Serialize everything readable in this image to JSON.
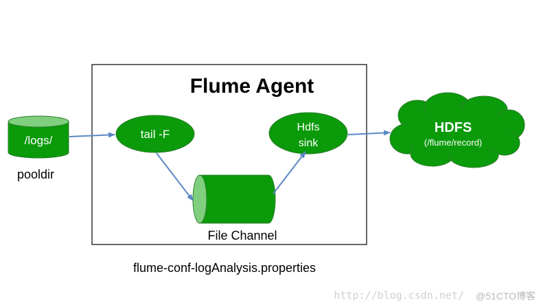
{
  "diagram": {
    "agent_title": "Flume Agent",
    "source_db_label": "/logs/",
    "source_caption": "pooldir",
    "tail_node_label": "tail -F",
    "sink_node_label_line1": "Hdfs",
    "sink_node_label_line2": "sink",
    "channel_label": "File Channel",
    "hdfs_title": "HDFS",
    "hdfs_path": "(/flume/record)",
    "config_file": "flume-conf-logAnalysis.properties"
  },
  "watermark": {
    "url": "http://blog.csdn.net/",
    "badge": "@51CTO博客"
  },
  "colors": {
    "node_fill": "#0a9a0a",
    "node_stroke": "#2e7d2e",
    "channel_face": "#7fcf7f",
    "arrow": "#5b86c4",
    "box_stroke": "#000000",
    "node_text": "#ffffff",
    "label_text": "#000000"
  }
}
